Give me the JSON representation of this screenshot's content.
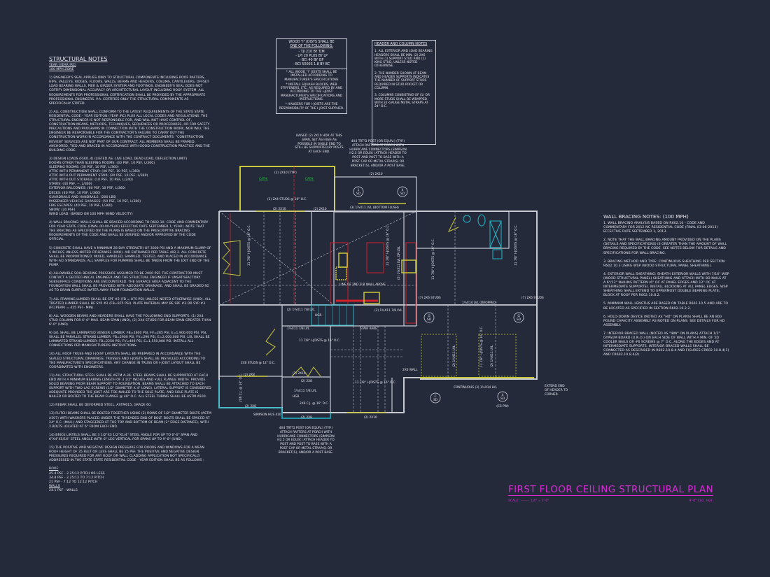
{
  "structural_notes": {
    "title": "STRUCTURAL NOTES",
    "subtitle1": "YEAR (YEAR IRC)",
    "subtitle2": "100 mph ZONE",
    "paragraphs": [
      "1) ENGINEER'S SEAL APPLIES ONLY TO STRUCTURAL COMPONENTS INCLUDING ROOF RAFTERS, HIPS, VALLEYS, RIDGES, FLOORS, WALLS, BEAMS AND HEADERS, COLUMS, CANTILEVERS, OFFSET LOAD BEARING WALLS, PIER & GIRDER SYSTEM AND FOOTINGS. ENGINEER'S SEAL DOES NOT CERTIFY DIMENSIONAL ACCURACY OR ARCHITECTURAL LAYOUT INCLUDING ROOF SYSTEM. ALL REQUIREMENTS FOR PROFESSIONAL CERTIFICATION SHALL BE PROVIDED BY THE APPROPRIATE PROFESSIONAL ENGINEERS. P.A. CERTIFIES ONLY THE STRUCTURAL COMPONENTS AS SPECIFICALLY STATED.",
      "2) ALL CONSTRUCTION SHALL CONFORM TO THE LATEST REQUIREMENTS OF THE STATE STATE RESIDENTIAL CODE - YEAR EDITION (YEAR IRC) PLUS ALL LOCAL CODES AND REGULATIONS. THE STRUCTURAL ENGINEER IS NOT RESPONSIBLE FOR, AND WILL NOT HAVE CONTROL OF, CONSTRUCTION MEANS, METHODS, TECHNIQUES, SEQUENCES OR PROCEDURES, OR FOR SAFETY PRECAUTIONS AND PROGRAMS IN CONNECTION WITH THE CONSTRUCTION WORK, NOR WILL THE ENGINEER BE RESPONSIBLE FOR THE CONTRACTOR'S FAILURE TO CARRY OUT THE CONSTRUCTION WORK IN ACCORDANCE WITH THE CONTRACT DOCUMENTS. \"CONSTRUCTION REVIEW\" SERVICES ARE NOT PART OF OUR CONTRACT. ALL MEMBERS SHALL BE FRAMED, ANCHORED, TIED AND BRACED IN ACCORDANCE WITH GOOD CONSTRUCTION PRACTICE AND THE BUILDING CODE."
    ],
    "design_loads": [
      "3) DESIGN LOADS (R301.4) (LISTED AS: LIVE LOAD, DEAD LOAD, DEFLECTION LIMIT)",
      "ROOMS OTHER THAN SLEEPING ROOMS: (40 PSF, 10 PSF, L/360)",
      "SLEEPING ROOMS: (30 PSF, 10 PSF, L/360)",
      "ATTIC WITH PERMANENT STAIR: (40 PSF, 10 PSF, L/360)",
      "ATTIC WITH OUT PERMANENT STAIR: (20 PSF, 10 PSF, L/360)",
      "ATTIC WITH OUT STORAGE: (10 PSF, 10 PSF, L/240)",
      "STAIRS: (40 PSF, --, L/360)",
      "EXTERIOR BALCONIES: (60 PSF, 10 PSF, L/360)",
      "DECKS: (40 PSF, 10 PSF, L/360)",
      "GUARDRAILS AND HANDRAILS: (200 LBS)",
      "PASSENGER VEHICLE GARAGES: (50 PSF, 10 PSF, L/360)",
      "FIRE ESCAPES: (40 PSF, 10 PSF, L/360)",
      "SNOW: (20 PSF)",
      "WIND LOAD: (BASED ON 100 MPH WIND VELOCITY)"
    ],
    "paragraphs2": [
      "4) WALL BRACING: WALLS SHALL BE BRACED ACCORDING TO R602.10- CODE AND COMMENTARY FOR YEAR STATE CODE (FINAL 00-00-YEAR) EFFECTIVE DATE SEPTEMBER 1, YEAR). NOTE THAT THE BRACING AS SPECIFIED ON THE PLANS IS BASED ON THE PRESCRIPTIVE BRACING REQUIREMENTS OF THE CODE AND SHALL BE VERIFIED AND/OR APPROVED BY THE CODE OFFICIAL.",
      "5) CONCRETE SHALL HAVE A MINIMUM 28 DAY STRENGTH OF 3000 PSI AND A MAXIMUM SLUMP OF 5 INCHES UNLESS NOTED OTHERWISE (UNO). AIR ENTRAINED PER TABLE 402.2. ALL CONCRETE SHALL BE PROPORTIONED, MIXED, HANDLED, SAMPLED, TESTED, AND PLACED IN ACCORDANCE WITH ACI STANDARDS. ALL SAMPLES FOR PUMPING SHALL BE TAKEN FROM THE EXIT END OF THE PUMP.",
      "6) ALLOWABLE SOIL BEARING PRESSURE ASSUMED TO BE 2000 PSF. THE CONTRACTOR MUST CONTACT A GEOTECHNICAL ENGINEER AND THE STRUCTUAL ENGINEER IF UNSATISFACTORY SUBSURFACE CONDITIONS ARE ENCOUNTERED. THE SURFACE AREA ADJACENT TO THE FOUNDATION WALL SHALL BE PROVIDED WITH ADEQUATE DRAINAGE, AND SHALL BE GRADED SO AS TO DRAIN SURFACE WATER AWAY FROM FOUNDATION WALLS.",
      "7) ALL FRAMING LUMBER SHALL BE SPF #2 (Fb = 875 PSI) UNLESS NOTED OTHERWISE (UNO). ALL TREATED LUMBER SHALL BE SYP #2 (Fb=975 PSI). PLATE MATERIAL MAY BE SPF #3 OR SYP #3 (Fc(perp) = 425 PSI - MIN).",
      "8) ALL WOODEN BEAMS AND HEADERS SHALL HAVE THE FOLLOWING END SUPPORTS: (1) 2x4 STUD COLUMN FOR 6'-0\" MAX. BEAM SPAN (UNO), (2) 2x4 STUDS FOR BEAM SPAN GREATER THAN 6'-0\" (UNO).",
      "9) LVL SHALL BE LAMINATED VENEER LUMBER: Fb=2600 PSI, Fv=285 PSI, E=1,900,000 PSI. PSL SHALL BE PARALLEL STRAND LUMBER: Fb=2900 PSI, Fv=290 PSI, E=2,000,000 PSI. LSL SHALL BE LAMINATED STRAND LUMBER: Fb=2250 PSI, Fv=400 PSI, E=1,550,000 PSI. INSTALL ALL CONNECTIONS PER MANUFACTURERS INSTRUCTIONS.",
      "10) ALL ROOF TRUSS AND I-JOIST LAYOUTS SHALL BE PREPARED IN ACCORDANCE WITH THE SEALED STRUCTURAL DRAWINGS. TRUSSES AND I-JOISTS SHALL BE INSTALLED ACCORDING TO THE MANUFACTURE'S SPECIFICATIONS. ANY CHANGE IN TRUSS OR I-JOIST LAYOUT SHALL BE COORDINATED WITH ENGINEERS.",
      "11) ALL STRUCTURAL STEEL SHALL BE ASTM A-36. STEEL BEAMS SHALL BE SUPPORTED AT EACH END WITH A MINIMUM BEARING LENGTH OF 3 1/2\" INCHES AND FULL FLANGE WIDTH. PROVIDE SOLID BEARING FROM BEAM SUPPORT TO FOUNDATION. BEAMS SHALL BE ATTACHED TO EACH SUPPORT WITH TWO LAG SCREWS (1/2\" DIAMETER x 4\" LONG). LATERAL SUPPORT IS CONSIDERED ADEQUATE PROVIDED THE JOIST ARE TOE NAILED TO THE SOLE PLATE, AND SOLE PLATE IS NAILED OR BOLTED TO THE BEAM FLANGE @ 48\" O.C. ALL STEEL TUBING SHALL BE ASTM A500.",
      "12) REBAR SHALL BE DEFORMED STEEL, ASTM615, GRADE 60.",
      "13) FLITCH BEAMS SHALL BE BOLTED TOGETHER USING (2) ROWS OF 1/2\" DIAMETER BOLTS (ASTM A307) WITH WASHERS PLACED UNDER THE THREADED END OF BOLT. BOLTS SHALL BE SPACED AT 24\" O.C. (MAX.) AND STAGGERED AT THE TOP AND BOTTOM OF BEAM (2\" EDGE DISTANCE), WITH 2 BOLTS LOCATED AT 6\" FROM EACH END.",
      "14) BRICK LINTELS SHALL BE 3 1/2\"x3 1/2\"x1/4\" STEEL ANGLE FOR UP TO 6'-0\" SPAN AND 6\"x4\"x5/16\" STEEL ANGLE WITH 6\" LEG VERTICAL FOR SPANS UP TO 9'-0\" (UNO).",
      "15) THE POSITIVE AND NEGATIVE DESIGN PRESSURE FOR DOORS AND WINDOWS FOR A MEAN ROOF HEIGHT OF 35 FEET OR LESS SHALL BE 25 PSF. THE POSITIVE AND NEGATIVE DESIGN PRESSURES REQUIRED FOR ANY ROOF OR WALL CLADDING APPLICATION NOT SPECIFICALLY ADDRESSED IN THE STATE STATE RESIDENTIAL CODE - YEAR EDITION SHALL BE AS FOLLOWS :"
    ],
    "roof_label": "ROOF",
    "roof_items": [
      "45.4 PSF - 2.25:12 PITCH OR LESS",
      "34.8 PSF - 2.25:12 TO 7:12 PITCH",
      "21 PSF - 7:12 TO 12:12 PITCH"
    ],
    "walls_label": "WALLS",
    "walls_items": [
      "24.1 PSF - WALLS"
    ]
  },
  "joist_box": {
    "heading": "WOOD \"I\" JOISTS SHALL BE",
    "heading2": "ONE OF THE FOLLOWING:",
    "options": [
      "- TJI 210 BY TJM",
      "- LPI 20 PLUS BY LP",
      "- BCI 40 BY GP",
      "- BCI 5000s 1.8 BY BC"
    ],
    "notes": [
      "* ALL WOOD \"I\" JOISTS SHALL BE INSTALLED ACCORDING TO MANUFACTURER'S SPECIFICATIONS",
      "* INSTALL SQUASH BLOCKS, WEB STIFFENERS, ETC. AS REQUIRED BY AND ACCORDING TO THE I-JOIST MANUFACTURER'S SPECIFICATIONS AND INSTRUCTIONS.",
      "* HANGERS FOR I-JOISTS ARE THE RESPONSIBILITY OF THE I-JOIST SUPPLIER."
    ]
  },
  "header_box": {
    "title": "HEADER AND COLUMN NOTES",
    "notes": [
      "1. ALL EXTERIOR AND LOAD BEARING HEADERS SHALL BE MIN. (2) 2x6 WITH (1) SUPPORT STUD AND (1) KING STUD, UNLESS NOTED OTHERWISE.",
      "2. THE NUMBER SHOWN AT BEAM AND HEADER SUPPORTS INDICATES THE NUMBER OF SUPPORT STUDS REQUIRED IN STUD POCKET OR COLUMN.",
      "3. COLUMNS CONSISTING OF (1) OR MORE STUDS SHALL BE WRAPPED WITH 22-GAUGE METAL STRAPS AT 24\" O.C."
    ]
  },
  "wall_bracing": {
    "title": "WALL BRACING NOTES: (100 MPH)",
    "notes": [
      "1. WALL BRACING ANALYSIS BASED ON R602.10 - CODE AND COMMENTARY FOR 2012 NC RESIDENTIAL CODE (FINAL 03-06-2013) EFFECTIVE DATE SEPTEMBER 1, 2013.",
      "2. NOTE THAT THE WALL BRACING AMOUNT PROVIDED ON THE PLANS (DETAILS AND SPECIFICATIONS) IS GREATER THAN THE AMOUNT OF WALL BRACING REQUIRED BY THE CODE. SEE NOTES BELOW FOR DETAILS AND SPECIFICATIONS FOR WALL BRACING.",
      "3. BRACING METHOD AND TYPE: CONTINUOUS SHEATHING PER SECTION R602.10.3 USING WSP (WOOD STRUCTURAL PANEL SHEATHING).",
      "4. EXTERIOR WALL SHEATHING: SHEATH EXTERIOR WALLS WITH 7/16\" WSP (WOOD STRUCTURAL PANEL) SHEATHING AND ATTACH WITH 8d NAILS AT A 6\"/12\" NAILING PATTERN (6\" OC AT PANEL EDGES AND 12\" OC AT INTERMEDIATE SUPPORTS). INSTALL BLOCKING AT ALL PANEL EDGES. WSP SHEATHING SHALL EXTEND TO UPPERMOST DOUBLE BEARING PLATE; BLOCK AT ROOF PER R602.10.8.2.",
      "5. MINIMUM WALL LENGTHS ARE BASED ON TABLE R602.10.5 AND ARE TO BE LOCATED AS SPECIFIED IN SECTION R602.10.2.2.",
      "6. HOLD-DOWN DEVICE (NOTED AS \"HD\" ON PLANS) SHALL BE AN 800 POUND CAPACITY ASSEMBLY AS NOTED ON PLANS. SEE DETAILS FOR HD ASSEMBLY.",
      "7. INTERIOR BRACED WALL (NOTED AS \"IBW\" ON PLANS) ATTACH 1/2\" GYPSUM BOARD (U.N.O.) ON EACH SIDE OF WALL WITH A MIN. OF 5d COOLER NAILS OR #6 SCREWS @ 7\" O.C. ALONG THE EDGES AND AT INTERMEDIATE SUPPORTS. INTERIOR BRACED WALLS SHALL BE CONNECTED AS DESCRIBED IN R602.10.8.4 AND FIGURES CR602.10.8.4(1) AND CR602.10.8.4(2)."
    ]
  },
  "callouts": {
    "raised_header": "RAISED (2) 2x10 HDR AT THIS SPAN, SET AS HIGH AS POSSIBLE IN GABLE END TO STILL BE SUPPORTED BY POSTS AT EACH END.",
    "post_top": "4x4 TRT'D POST (OR EQUIV.) (TYP.) ATTACH RAFTERS AT PORCH WITH HURRICANE CONNECTORS (SIMPSON H2.5 OR EQUIV.) ATTACH HEADER TO POST AND POST TO BASE WITH A POST CAP OR METAL STRAP(S) OR BRACKET(S), AND/OR A POST BASE.",
    "post_bottom": "4x4 TRT'D POST (OR EQUIV.) (TYP.) ATTACH RAFTERS AT PORCH WITH HURRICANE CONNECTORS (SIMPSON H2.5 OR EQUIV.) ATTACH HEADER TO POST AND POST TO BASE WITH A POST CAP OR METAL STRAP(S) OR BRACKET(S), AND/OR A POST BASE.",
    "extend_header": "EXTEND END OF HEADER TO CORNER."
  },
  "plan_labels": {
    "header_typ": "(2) 2x10 (TYP.)",
    "cath1": "CATH.",
    "cath2": "CATH.",
    "hdr_2x10_a": "(2) 2x10",
    "lvl_bottom_flush": "(3) 1¾x11 LVL (BOTTOM FLUSH)",
    "studs_16": "(2) 2x4 STUDS @ 16\" O.C.",
    "hdr_2x10_b": "(2) 2x10",
    "hdr_2x10_c": "(2) 2x10",
    "joists_left": "11 7/8\" I-JOISTS @ 16\" O.C.",
    "joists_mid": "11 7/8\" I-JOISTS @ 16\" O.C.",
    "joists_right": "11 7/8\" I-JOISTS @ 16\" O.C.",
    "joists_far_right": "11 7/8\" I-JOISTS @ 16\" O.C.",
    "lvl_or_lsl": "(2) 1¾x11 LVL OR LSL",
    "line_of_wall": "LINE OF 2ND FLR WALL ABOVE",
    "studs_left": "(7) 2x6 STUDS",
    "studs_right": "(7) 2x6 STUDS",
    "dropped": "1¾x14 LVL (DROPPED)",
    "lvl_a": "(2) 1¾x11 7/8 LVL",
    "lvl_b": "(2) 1¾x11 7/8 LVL",
    "lvl_c": "1¾x11 7/8 LVL",
    "stair_rake": "STAIR RAKE",
    "hgr": "HGR",
    "joists_center": "11 7/8\" I-JOISTS @ 16\" O.C.",
    "studs_12": "2x6 STUDS @ 12\" O.C.",
    "hdr_2x8_a": "(2) 2x8",
    "hdr_2x8_b": "(2) 2x8",
    "hdr_2x8_c": "(2) 2x8",
    "hdr_2x8_d": "(2) 2x8",
    "hdr_2x10_bottom": "(2) 2x10",
    "hdr_2x10_e": "(2) 2x10",
    "joists_lower": "11 7/8\" I-JOISTS @ 16\" O.C.",
    "cj_left": "2x6 C.J. @ 16\" O.C.",
    "cj_bottom": "2x6 C.J. @ 16\" O.C.",
    "lvl_d": "1¾x11 7/8 LVL",
    "hgr2": "HGR",
    "simpson": "SIMPSON HUS 410",
    "wall_2x6": "2x6 WALL",
    "continuous": "CONTINUOUS (3) 1¾x14 LVL",
    "lvl_garage_a": "(2) 1¾x11 LVL",
    "lvl_garage_b": "(2) 1¾x11 LVL",
    "joists_garage": "11 7/8\" I-JOISTS @ 16\" O.C.",
    "cs_pw": "(CS-PW)",
    "tag_g": "G",
    "tag_c": "C",
    "tag_4": "4",
    "tag_1": "1",
    "tag_sd": "SD"
  },
  "title_block": {
    "title": "FIRST FLOOR CEILING STRUCTURAL PLAN",
    "scale_label": "SCALE:",
    "scale_value": "1/4\" = 1'-0\"",
    "ceiling_height": "9'-0\" CLG. HGT."
  },
  "colors": {
    "background": "#252a3b",
    "wall": "#c8cad2",
    "header_yellow": "#c9c83a",
    "beam_red": "#d0202a",
    "fixture_cyan": "#1fb8c8",
    "cath_green": "#22c23a",
    "title_magenta": "#d62bd4"
  }
}
